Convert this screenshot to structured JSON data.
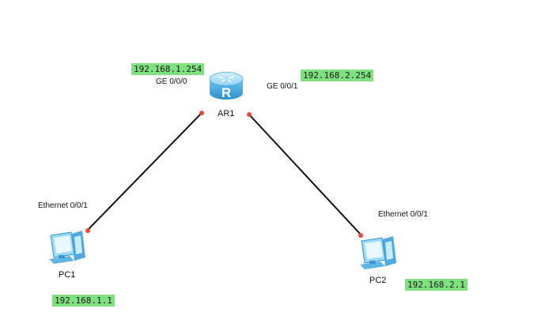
{
  "devices": {
    "router": {
      "name": "AR1",
      "glyph": "R"
    },
    "pc1": {
      "name": "PC1"
    },
    "pc2": {
      "name": "PC2"
    }
  },
  "interfaces": {
    "ar1_ge000": {
      "port": "GE 0/0/0",
      "ip": "192.168.1.254"
    },
    "ar1_ge001": {
      "port": "GE 0/0/1",
      "ip": "192.168.2.254"
    },
    "pc1_eth": {
      "port": "Ethernet 0/0/1",
      "ip": "192.168.1.1"
    },
    "pc2_eth": {
      "port": "Ethernet 0/0/1",
      "ip": "192.168.2.1"
    }
  },
  "colors": {
    "ip_label_bg": "#7ee07e",
    "link": "#111111",
    "port_dot": "#e8493a",
    "router_body": "#4fb3e8",
    "pc_body": "#7cc8f0"
  }
}
